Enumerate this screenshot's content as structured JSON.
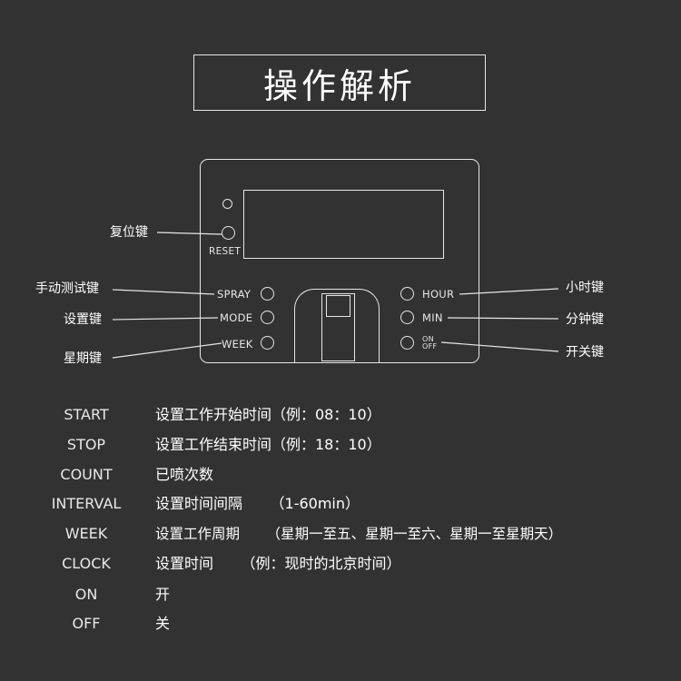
{
  "title": "操作解析",
  "device": {
    "reset_label": "RESET",
    "left_buttons": [
      "SPRAY",
      "MODE",
      "WEEK"
    ],
    "right_buttons": [
      "HOUR",
      "MIN"
    ],
    "onoff": {
      "on": "ON",
      "off": "OFF"
    }
  },
  "callouts": {
    "reset": "复位键",
    "spray": "手动测试键",
    "mode": "设置键",
    "week": "星期键",
    "hour": "小时键",
    "min": "分钟键",
    "onoff": "开关键"
  },
  "legend": [
    {
      "term": "START",
      "desc": "设置工作开始时间（例：08：10）"
    },
    {
      "term": "STOP",
      "desc": "设置工作结束时间（例：18：10）"
    },
    {
      "term": "COUNT",
      "desc": "已喷次数"
    },
    {
      "term": "INTERVAL",
      "desc": "设置时间间隔      （1-60min）"
    },
    {
      "term": "WEEK",
      "desc": "设置工作周期      （星期一至五、星期一至六、星期一至星期天）"
    },
    {
      "term": "CLOCK",
      "desc": "设置时间      （例：现时的北京时间）"
    },
    {
      "term": "ON",
      "desc": "开"
    },
    {
      "term": "OFF",
      "desc": "关"
    }
  ]
}
